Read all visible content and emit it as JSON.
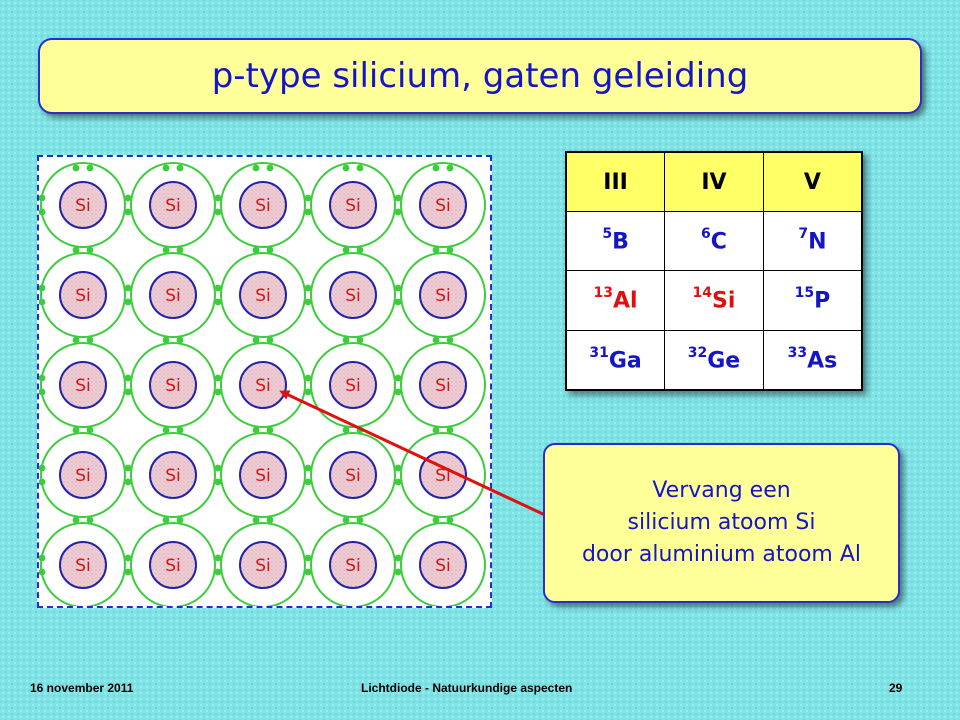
{
  "slide": {
    "title": "p-type silicium, gaten geleiding",
    "lattice_label": "Si",
    "table": {
      "headers": [
        "III",
        "IV",
        "V"
      ],
      "rows": [
        [
          {
            "num": "5",
            "sym": "B"
          },
          {
            "num": "6",
            "sym": "C"
          },
          {
            "num": "7",
            "sym": "N"
          }
        ],
        [
          {
            "num": "13",
            "sym": "Al"
          },
          {
            "num": "14",
            "sym": "Si"
          },
          {
            "num": "15",
            "sym": "P"
          }
        ],
        [
          {
            "num": "31",
            "sym": "Ga"
          },
          {
            "num": "32",
            "sym": "Ge"
          },
          {
            "num": "33",
            "sym": "As"
          }
        ]
      ]
    },
    "note": {
      "line1": "Vervang een",
      "line2": "silicium atoom Si",
      "line3": "door aluminium atoom Al"
    },
    "footer": {
      "date": "16 november 2011",
      "center": "Lichtdiode - Natuurkundige aspecten",
      "page": "29"
    },
    "colors": {
      "accent": "#1515c8",
      "highlight": "#e01010",
      "bond": "#3ccc3c",
      "box_fill": "#ffff99"
    }
  }
}
